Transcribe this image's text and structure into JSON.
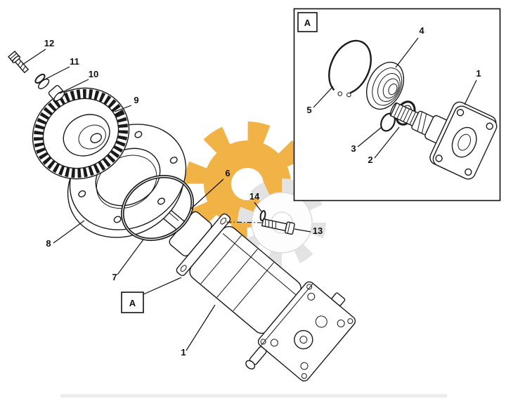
{
  "figure": {
    "type": "exploded-parts-diagram",
    "detail_marker": "A",
    "labels": {
      "part1": "1",
      "part2": "2",
      "part3": "3",
      "part4": "4",
      "part5": "5",
      "part6": "6",
      "part7": "7",
      "part8": "8",
      "part9": "9",
      "part10": "10",
      "part11": "11",
      "part12": "12",
      "part13": "13",
      "part14": "14"
    },
    "colors": {
      "line": "#1a1a1a",
      "watermark_gold": "#F1AE3D",
      "watermark_gray": "#e2e2e2",
      "background": "#ffffff"
    }
  }
}
